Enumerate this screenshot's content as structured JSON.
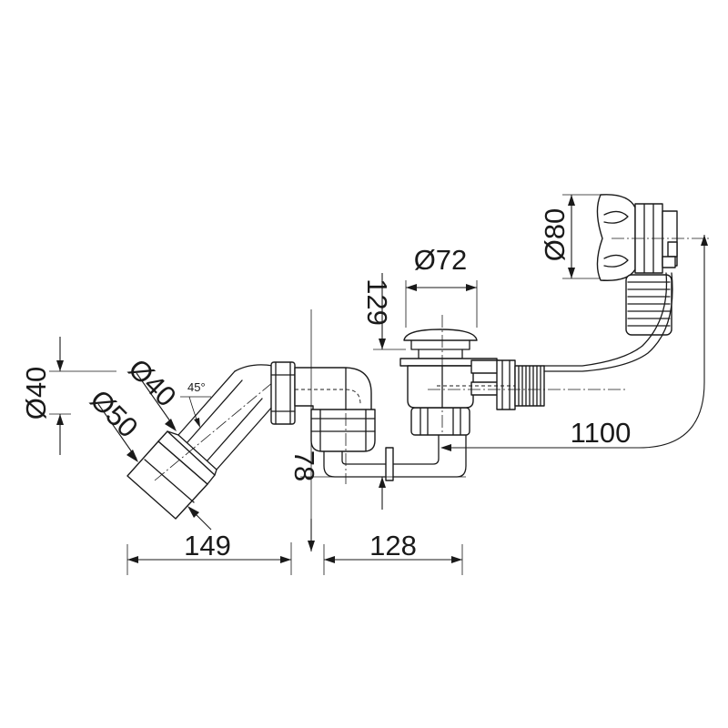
{
  "drawing": {
    "dims": {
      "outlet_diameter": "Ø40",
      "pipe_diameter": "Ø40",
      "connector_diameter": "Ø50",
      "angle": "45°",
      "drain_diameter": "Ø72",
      "overflow_diameter": "Ø80",
      "height_129": "129",
      "height_78": "78",
      "length_149": "149",
      "length_128": "128",
      "cable_length": "1100"
    }
  }
}
